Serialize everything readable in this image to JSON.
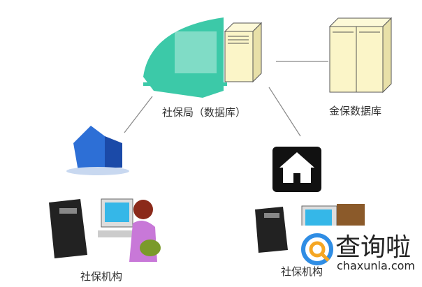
{
  "nodes": {
    "bureau": "社保局（数据库）",
    "golden": "金保数据库",
    "org_left": "社保机构",
    "org_right": "社保机构"
  },
  "watermark": {
    "title": "查询啦",
    "url": "chaxunla.com"
  },
  "colors": {
    "teal": "#3cc9a8",
    "server": "#fbf5c8",
    "building": "#2d6fd6"
  }
}
